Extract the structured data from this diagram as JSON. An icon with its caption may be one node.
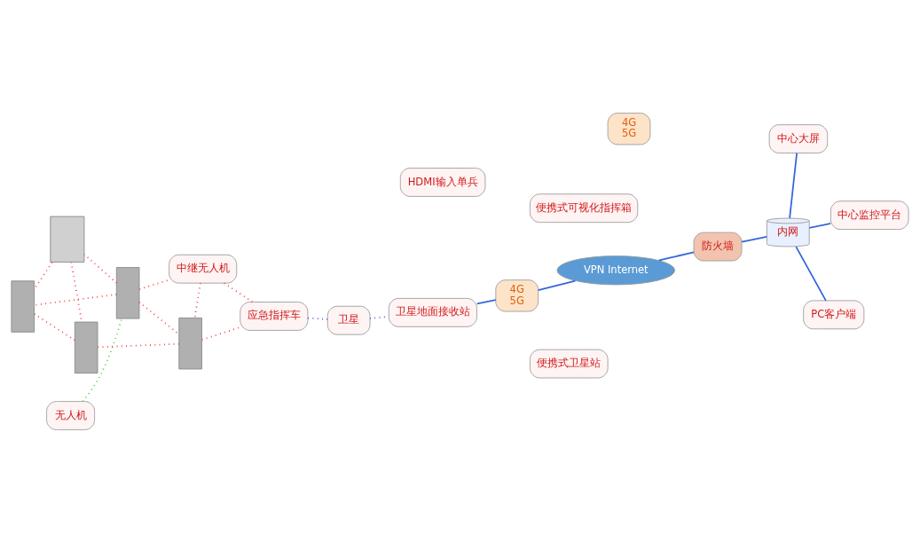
{
  "diagram": {
    "nodes": [
      {
        "text": [
          "无人机"
        ]
      },
      {
        "text": [
          "HDMI输入单兵"
        ]
      },
      {
        "text": [
          "中继无人机"
        ]
      },
      {
        "text": [],
        "shape": "person"
      },
      {
        "text": [],
        "shape": "box"
      },
      {
        "text": [],
        "shape": "person"
      },
      {
        "text": [],
        "shape": "person"
      },
      {
        "text": [],
        "shape": "person"
      },
      {
        "text": [
          "应急指挥车"
        ]
      },
      {
        "text": [
          "便携式可视化指挥箱"
        ]
      },
      {
        "text": [
          "便携式卫星站"
        ]
      },
      {
        "text": [
          "4G",
          "5G"
        ]
      },
      {
        "text": [
          "卫星"
        ]
      },
      {
        "text": [
          "卫星地面接收站"
        ]
      },
      {
        "text": [
          "4G",
          "5G"
        ]
      },
      {
        "text": [
          "中心大屏"
        ]
      },
      {
        "text": [
          "中心监控平台"
        ]
      },
      {
        "text": [
          "VPN Internet"
        ]
      },
      {
        "text": [
          "防火墙"
        ]
      },
      {
        "text": [
          "PC客户端"
        ]
      },
      {
        "text": [
          "内网"
        ]
      }
    ],
    "edges": [
      {
        "from": 0,
        "to": 3,
        "arrow": "none",
        "style": "dashed",
        "color": "#33cc33"
      },
      {
        "from": 3,
        "to": 2,
        "arrow": "none",
        "style": "dashed"
      },
      {
        "from": 3,
        "to": 4,
        "arrow": "none",
        "style": "dashed"
      },
      {
        "from": 3,
        "to": 6,
        "arrow": "none",
        "style": "dashed"
      },
      {
        "from": 3,
        "to": 5,
        "arrow": "none",
        "style": "dashed"
      },
      {
        "from": 5,
        "to": 8,
        "arrow": "none",
        "style": "dashed"
      },
      {
        "from": 2,
        "to": 5,
        "arrow": "none",
        "style": "dashed"
      },
      {
        "from": 5,
        "to": 7,
        "arrow": "none",
        "style": "dashed"
      },
      {
        "from": 2,
        "to": 8,
        "arrow": "none",
        "style": "dashed"
      },
      {
        "from": 4,
        "to": 7,
        "arrow": "none",
        "style": "dashed"
      },
      {
        "from": 4,
        "to": 6,
        "arrow": "none",
        "style": "dashed"
      },
      {
        "from": 6,
        "to": 7,
        "arrow": "none",
        "style": "dashed"
      },
      {
        "from": 8,
        "to": 12,
        "arrow": "none",
        "style": "dashed",
        "color": "#4444dd"
      },
      {
        "from": 12,
        "to": 13,
        "arrow": "none",
        "style": "dashed",
        "color": "#4444dd"
      },
      {
        "from": 14,
        "to": 13,
        "arrow": "none",
        "color": "#3366dd"
      },
      {
        "from": 14,
        "to": 17,
        "arrow": "none",
        "color": "#3366dd"
      },
      {
        "from": 17,
        "to": 18,
        "arrow": "none",
        "color": "#3366dd"
      },
      {
        "from": 18,
        "to": 20,
        "arrow": "none",
        "color": "#3366dd"
      },
      {
        "from": 15,
        "to": 20,
        "arrow": "none",
        "color": "#3366dd"
      },
      {
        "from": 20,
        "to": 16,
        "arrow": "none",
        "color": "#3366dd"
      },
      {
        "from": 20,
        "to": 19,
        "arrow": "none",
        "color": "#3366dd"
      }
    ]
  }
}
